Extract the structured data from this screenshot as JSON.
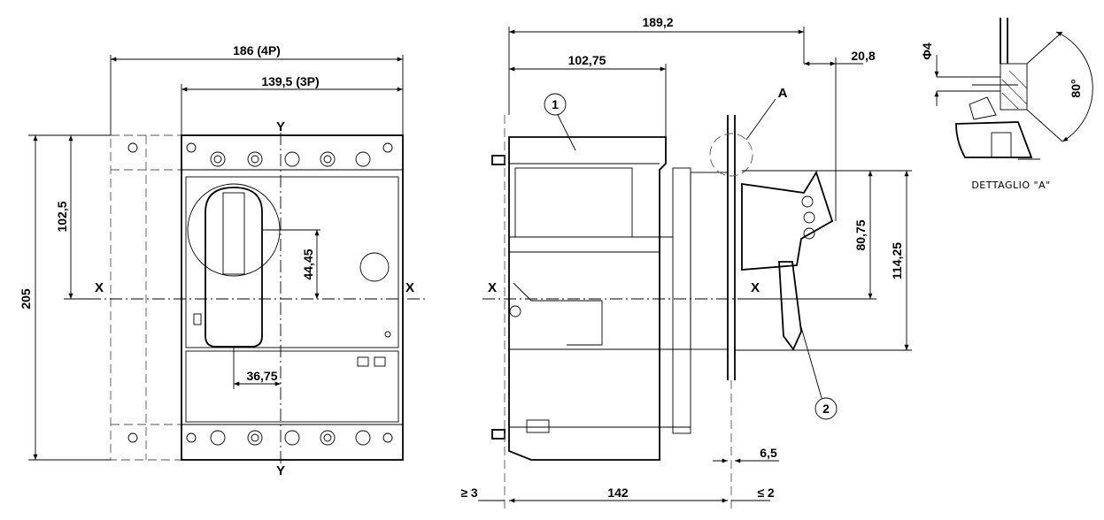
{
  "front_view": {
    "dims": {
      "width_4p": "186 (4P)",
      "width_3p": "139,5 (3P)",
      "height_total": "205",
      "height_upper": "102,5",
      "handle_height": "44,45",
      "handle_offset": "36,75"
    },
    "axes": {
      "y_top": "Y",
      "y_bottom": "Y",
      "x_left": "X",
      "x_right": "X"
    }
  },
  "side_view": {
    "dims": {
      "overall": "189,2",
      "body_depth": "102,75",
      "handle_proj": "20,8",
      "front_h1": "80,75",
      "front_h2": "114,25",
      "base_depth": "142",
      "clear_left": "≥ 3",
      "clear_right": "≤ 2",
      "panel_thk": "6,5"
    },
    "axes": {
      "x_left": "X",
      "x_right": "X"
    },
    "callouts": {
      "c1": "1",
      "c2": "2",
      "detail_ref": "A"
    }
  },
  "detail": {
    "title": "DETTAGLIO \"A\"",
    "dia": "Φ4",
    "angle": "80°"
  }
}
